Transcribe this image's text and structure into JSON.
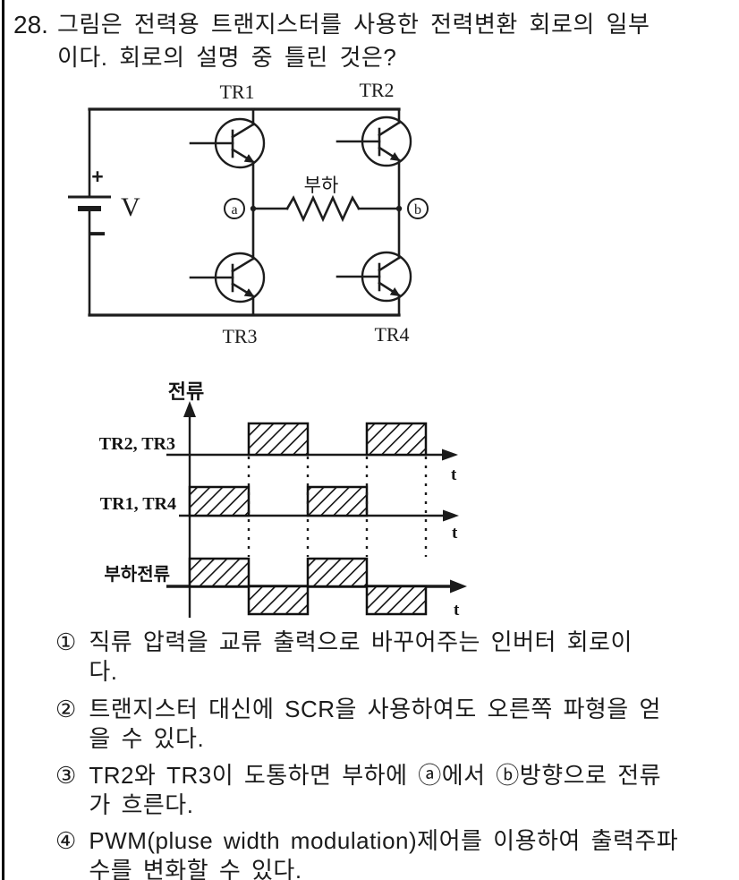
{
  "question": {
    "number": "28.",
    "lines": [
      "그림은 전력용 트랜지스터를 사용한 전력변환 회로의 일부",
      "이다. 회로의 설명 중 틀린 것은?"
    ]
  },
  "circuit": {
    "transistor_labels": {
      "tr1": "TR1",
      "tr2": "TR2",
      "tr3": "TR3",
      "tr4": "TR4"
    },
    "source_label": "V",
    "plus": "+",
    "minus": "−",
    "load_label": "부하",
    "node_a": "a",
    "node_b": "b"
  },
  "waveform": {
    "y_axis_label": "전류",
    "row_labels": [
      "TR2, TR3",
      "TR1, TR4",
      "부하전류"
    ],
    "time_label": "t"
  },
  "chart_data": {
    "type": "timing",
    "x_unit": "half-period",
    "y_axis_label": "전류",
    "x_axis_label": "t",
    "rows": [
      {
        "label": "TR2, TR3",
        "segments": [
          {
            "start": 1,
            "end": 2,
            "level": 1
          },
          {
            "start": 3,
            "end": 4,
            "level": 1
          }
        ]
      },
      {
        "label": "TR1, TR4",
        "segments": [
          {
            "start": 0,
            "end": 1,
            "level": 1
          },
          {
            "start": 2,
            "end": 3,
            "level": 1
          }
        ]
      },
      {
        "label": "부하전류",
        "segments": [
          {
            "start": 0,
            "end": 1,
            "level": 1
          },
          {
            "start": 1,
            "end": 2,
            "level": -1
          },
          {
            "start": 2,
            "end": 3,
            "level": 1
          },
          {
            "start": 3,
            "end": 4,
            "level": -1
          }
        ]
      }
    ],
    "dashed_marks": [
      1,
      2,
      3,
      4
    ]
  },
  "options": [
    {
      "number": "①",
      "lines": [
        "직류 압력을 교류 출력으로 바꾸어주는 인버터 회로이",
        "다."
      ]
    },
    {
      "number": "②",
      "lines": [
        "트랜지스터 대신에 SCR을 사용하여도 오른쪽 파형을 얻",
        "을 수 있다."
      ]
    },
    {
      "number": "③",
      "lines": [
        "TR2와 TR3이 도통하면 부하에 ⓐ에서 ⓑ방향으로 전류",
        "가 흐른다."
      ]
    },
    {
      "number": "④",
      "lines": [
        "PWM(pluse width modulation)제어를 이용하여 출력주파",
        "수를 변화할 수 있다."
      ]
    }
  ]
}
